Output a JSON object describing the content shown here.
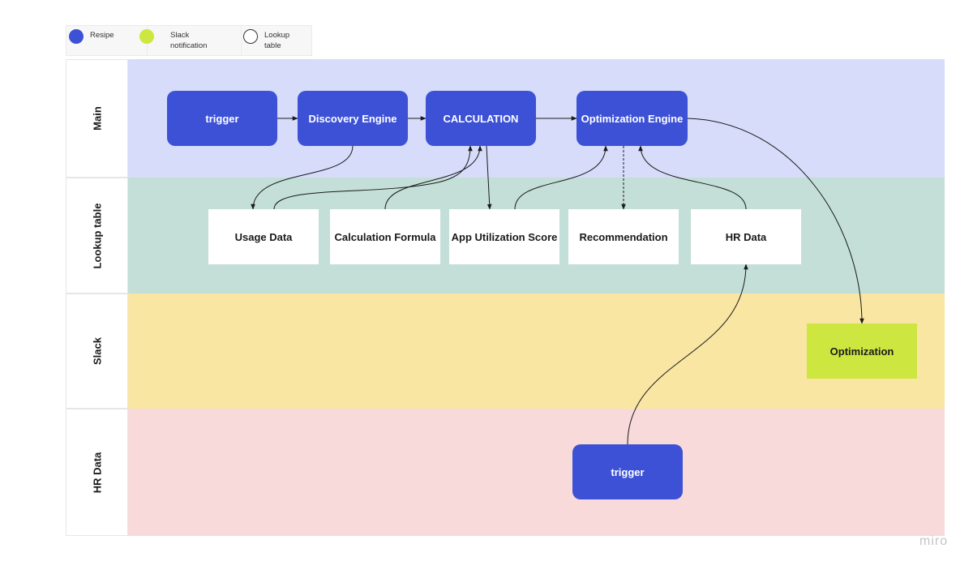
{
  "legend": {
    "items": [
      {
        "label_line1": "Resipe",
        "label_line2": "",
        "color": "#3d51d6"
      },
      {
        "label_line1": "Slack",
        "label_line2": "notification",
        "color": "#cee740"
      },
      {
        "label_line1": "Lookup",
        "label_line2": "table",
        "color": "#ffffff"
      }
    ]
  },
  "lanes": [
    {
      "label": "Main",
      "color": "#d6dcfa"
    },
    {
      "label": "Lookup table",
      "color": "#c3dfd7"
    },
    {
      "label": "Slack",
      "color": "#f9e6a3"
    },
    {
      "label": "HR Data",
      "color": "#f8dada"
    }
  ],
  "nodes": {
    "trigger_main": "trigger",
    "discovery_engine": "Discovery Engine",
    "calculation": "CALCULATION",
    "optimization_engine": "Optimization Engine",
    "usage_data": "Usage Data",
    "calculation_formula": "Calculation Formula",
    "app_utilization_score": "App Utilization Score",
    "recommendation": "Recommendation",
    "hr_data": "HR Data",
    "optimization": "Optimization",
    "trigger_hr": "trigger"
  },
  "colors": {
    "resipe_blue": "#3d51d6",
    "slack_green": "#cee740",
    "lookup_white": "#ffffff",
    "connector": "#1a1a1a"
  },
  "watermark": "miro"
}
